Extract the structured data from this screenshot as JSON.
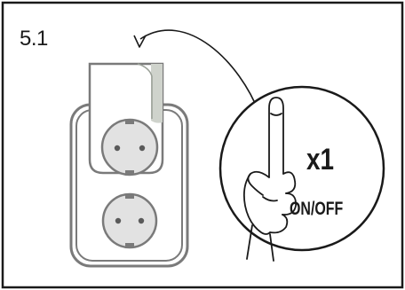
{
  "step": {
    "number": "5.1"
  },
  "instruction": {
    "multiplier": "x1",
    "action": "ON/OFF"
  },
  "colors": {
    "outline": "#1a1a1a",
    "socket_fill": "#e2e2e2",
    "socket_stroke": "#7a7a7a",
    "plug_body": "#ffffff",
    "plug_shade": "#cfd3cc"
  },
  "icons": [
    "double-socket-icon",
    "smart-plug-icon",
    "hand-pointing-icon",
    "curved-arrow-icon"
  ]
}
